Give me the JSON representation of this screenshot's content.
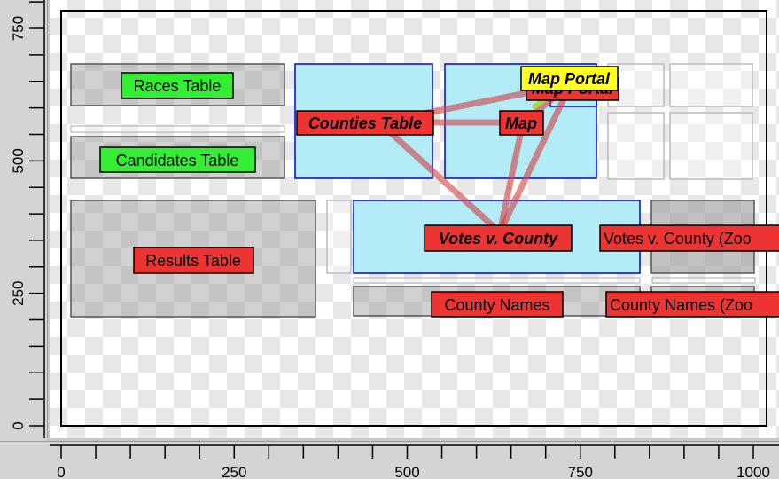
{
  "axes": {
    "y_ticks": [
      {
        "value": 0,
        "label": "0"
      },
      {
        "value": 250,
        "label": "250"
      },
      {
        "value": 500,
        "label": "500"
      },
      {
        "value": 750,
        "label": "750"
      }
    ],
    "x_ticks": [
      {
        "value": 0,
        "label": "0"
      },
      {
        "value": 250,
        "label": "250"
      },
      {
        "value": 500,
        "label": "500"
      },
      {
        "value": 750,
        "label": "750"
      },
      {
        "value": 1000,
        "label": "1000"
      }
    ]
  },
  "diagram": {
    "labels": {
      "races_table": "Races Table",
      "candidates_table": "Candidates Table",
      "results_table": "Results Table",
      "counties_table": "Counties Table",
      "map": "Map",
      "map_portal": "Map Portal",
      "votes_v_county": "Votes v. County",
      "votes_v_county_zoom": "Votes v. County (Zoo",
      "county_names": "County Names",
      "county_names_zoom": "County Names (Zoo"
    },
    "colors": {
      "green_label": "#33ee33",
      "red_label": "#ee3333",
      "yellow_label": "#ffff22",
      "cyan_panel": "#b3ecf7",
      "panel_border_blue": "#0000dd",
      "gray_panel": "#9a9a9a",
      "link_red": "#d0403f"
    }
  }
}
